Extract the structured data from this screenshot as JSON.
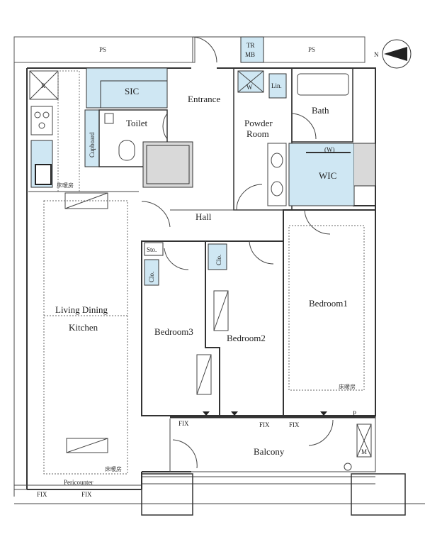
{
  "rooms": {
    "ps_left": "PS",
    "ps_right": "PS",
    "tr_mb": [
      "TR",
      "MB"
    ],
    "refrigerator": "R",
    "sic": "SIC",
    "entrance": "Entrance",
    "toilet": "Toilet",
    "cupboard": "Cupboard",
    "lin": "Lin.",
    "w_top": "W",
    "powder_room": [
      "Powder",
      "Room"
    ],
    "bath": "Bath",
    "wic": "WIC",
    "wic_w": "(W)",
    "hall": "Hall",
    "sto": "Sto.",
    "clo_a": "Clo.",
    "clo_b": "Clo.",
    "ldk": [
      "Living Dining",
      "Kitchen"
    ],
    "bedroom1": "Bedroom1",
    "bedroom2": "Bedroom2",
    "bedroom3": "Bedroom3",
    "balcony": "Balcony",
    "pericounter": "Pericounter",
    "p": "P",
    "m": "M",
    "fix": "FIX",
    "floor_heating": "床暖房",
    "compass_n": "N"
  }
}
